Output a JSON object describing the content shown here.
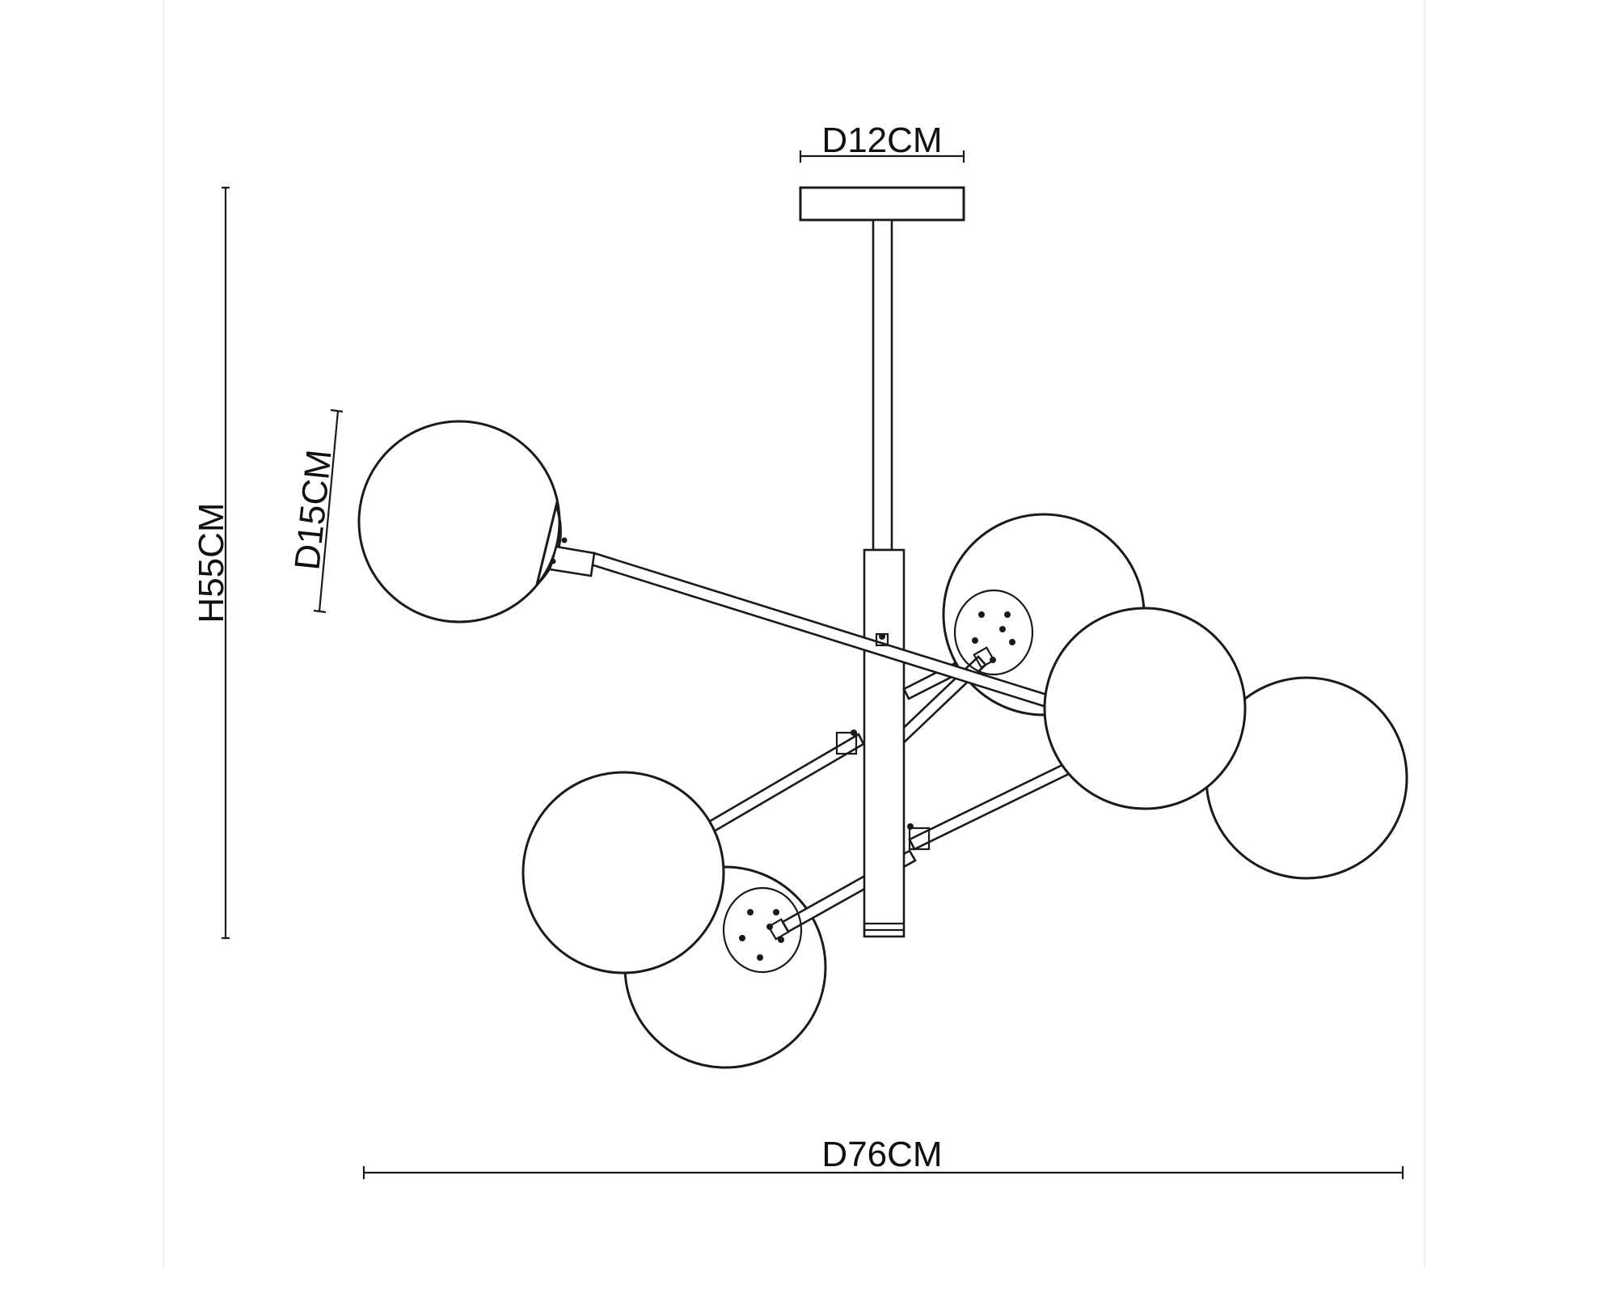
{
  "dimensions": {
    "canopy_diameter": "D12CM",
    "globe_diameter": "D15CM",
    "height": "H55CM",
    "overall_diameter": "D76CM"
  },
  "colors": {
    "line": "#1a1a1a",
    "background": "#ffffff"
  }
}
